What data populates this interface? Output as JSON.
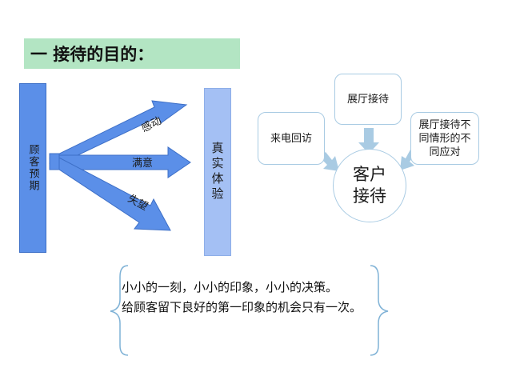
{
  "title": "一 接待的目的：",
  "left_bar": {
    "label": "顾客预期"
  },
  "right_bar": {
    "label": "真实体验"
  },
  "arrows": [
    {
      "label": "感动"
    },
    {
      "label": "满意"
    },
    {
      "label": "失望"
    }
  ],
  "reception": {
    "center": {
      "line1": "客户",
      "line2": "接待"
    },
    "top": {
      "label": "展厅接待"
    },
    "left": {
      "label": "来电回访"
    },
    "right": {
      "line1": "展厅接待不",
      "line2": "同情形的不",
      "line3": "同应对"
    }
  },
  "quote": {
    "line1": "小小的一刻，小小的印象，小小的决策。",
    "line2": "给顾客留下良好的第一印象的机会只有一次。"
  },
  "colors": {
    "title_bg": "#b3e5c3",
    "left_bar": "#5b8fe8",
    "right_bar": "#a4c0f4",
    "arrow_fill": "#5b8fe8",
    "box_border": "#a9cbe3",
    "connector": "#a9cbe3",
    "brace": "#7fb2d6"
  }
}
